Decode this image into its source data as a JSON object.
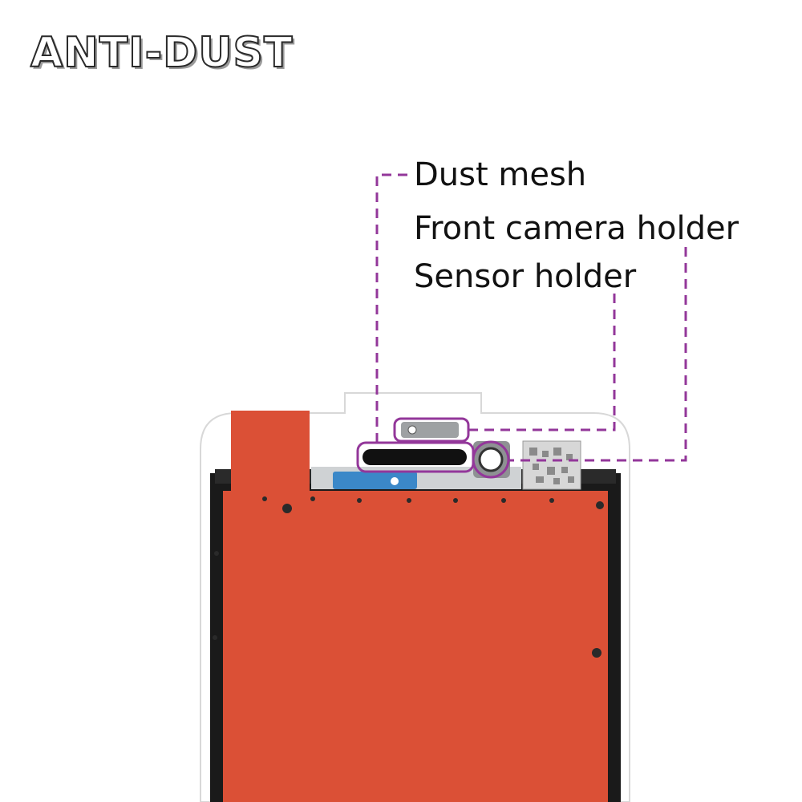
{
  "headline": "ANTI-DUST",
  "labels": {
    "dust_mesh": "Dust mesh",
    "front_camera_holder": "Front camera holder",
    "sensor_holder": "Sensor holder"
  },
  "colors": {
    "callout": "#93379a",
    "backplate": "#db5036",
    "frame": "#1a1a1a",
    "bezel": "#ffffff",
    "flex_cable": "#3b88c8"
  },
  "icons": [
    "camera-ring-icon"
  ]
}
